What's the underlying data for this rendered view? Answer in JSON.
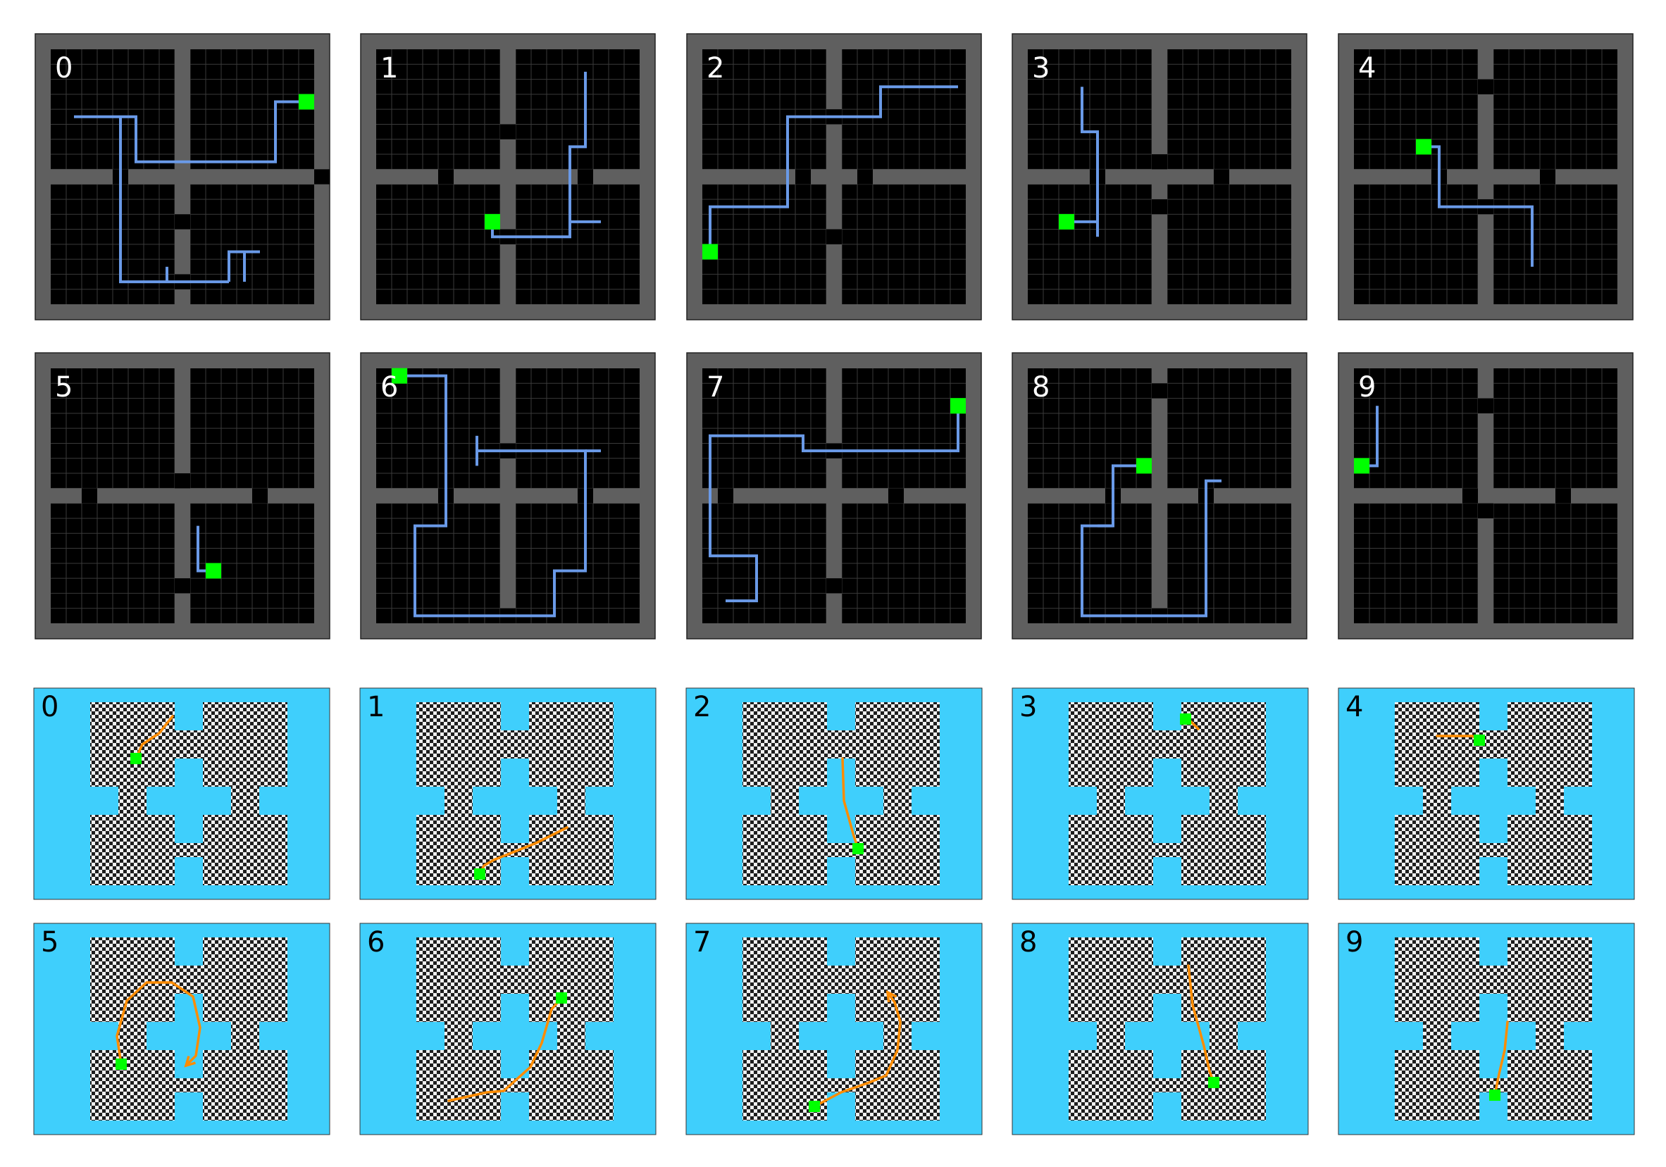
{
  "grid": {
    "wall_color": "#5f5f5f",
    "floor_color": "#000000",
    "gridline_color": "#3a3a3a",
    "path_color": "#6a9ae8",
    "agent_color": "#00ff00",
    "label_color": "#ffffff",
    "panels": [
      {
        "label": "0",
        "v_doors": [
          11,
          15
        ],
        "h_doors": [
          4,
          17
        ],
        "path": [
          [
            1.5,
            4.5
          ],
          [
            5.5,
            4.5
          ],
          [
            5.5,
            7.5
          ],
          [
            14.5,
            7.5
          ],
          [
            14.5,
            3.5
          ],
          [
            16.5,
            3.5
          ]
        ],
        "branches": [
          [
            [
              4.5,
              4.5
            ],
            [
              4.5,
              15.5
            ],
            [
              11.5,
              15.5
            ]
          ],
          [
            [
              7.5,
              15.5
            ],
            [
              7.5,
              14.5
            ]
          ],
          [
            [
              11.5,
              15.5
            ],
            [
              11.5,
              13.5
            ],
            [
              13.5,
              13.5
            ]
          ],
          [
            [
              12.5,
              15.5
            ],
            [
              12.5,
              13.5
            ]
          ]
        ],
        "agent": [
          16.5,
          3.5
        ]
      },
      {
        "label": "1",
        "v_doors": [
          5,
          12
        ],
        "h_doors": [
          4,
          13
        ],
        "path": [
          [
            7.5,
            11.5
          ],
          [
            7.5,
            12.5
          ],
          [
            12.5,
            12.5
          ],
          [
            12.5,
            6.5
          ],
          [
            13.5,
            6.5
          ],
          [
            13.5,
            1.5
          ]
        ],
        "branches": [
          [
            [
              12.5,
              11.5
            ],
            [
              14.5,
              11.5
            ]
          ]
        ],
        "agent": [
          7.5,
          11.5
        ]
      },
      {
        "label": "2",
        "v_doors": [
          4,
          12
        ],
        "h_doors": [
          6,
          10
        ],
        "path": [
          [
            0.5,
            13.5
          ],
          [
            0.5,
            10.5
          ],
          [
            5.5,
            10.5
          ],
          [
            5.5,
            4.5
          ],
          [
            11.5,
            4.5
          ],
          [
            11.5,
            2.5
          ],
          [
            16.5,
            2.5
          ]
        ],
        "branches": [],
        "agent": [
          0.5,
          13.5
        ]
      },
      {
        "label": "3",
        "v_doors": [
          7,
          10
        ],
        "h_doors": [
          4,
          12
        ],
        "path": [
          [
            2.5,
            11.5
          ],
          [
            4.5,
            11.5
          ],
          [
            4.5,
            5.5
          ],
          [
            3.5,
            5.5
          ],
          [
            3.5,
            2.5
          ]
        ],
        "branches": [
          [
            [
              4.5,
              11.5
            ],
            [
              4.5,
              12.5
            ]
          ]
        ],
        "agent": [
          2.5,
          11.5
        ]
      },
      {
        "label": "4",
        "v_doors": [
          2,
          10
        ],
        "h_doors": [
          5,
          12
        ],
        "path": [
          [
            4.5,
            6.5
          ],
          [
            5.5,
            6.5
          ],
          [
            5.5,
            10.5
          ],
          [
            11.5,
            10.5
          ],
          [
            11.5,
            14.5
          ]
        ],
        "branches": [],
        "agent": [
          4.5,
          6.5
        ]
      },
      {
        "label": "5",
        "v_doors": [
          7,
          14
        ],
        "h_doors": [
          2,
          13
        ],
        "path": [
          [
            10.5,
            13.5
          ],
          [
            9.5,
            13.5
          ],
          [
            9.5,
            10.5
          ]
        ],
        "branches": [],
        "agent": [
          10.5,
          13.5
        ]
      },
      {
        "label": "6",
        "v_doors": [
          5,
          16
        ],
        "h_doors": [
          4,
          13
        ],
        "path": [
          [
            1.5,
            0.5
          ],
          [
            4.5,
            0.5
          ],
          [
            4.5,
            10.5
          ],
          [
            2.5,
            10.5
          ],
          [
            2.5,
            16.5
          ],
          [
            11.5,
            16.5
          ],
          [
            11.5,
            13.5
          ],
          [
            13.5,
            13.5
          ],
          [
            13.5,
            5.5
          ],
          [
            6.5,
            5.5
          ]
        ],
        "branches": [
          [
            [
              13.5,
              5.5
            ],
            [
              14.5,
              5.5
            ]
          ],
          [
            [
              6.5,
              4.5
            ],
            [
              6.5,
              6.5
            ]
          ]
        ],
        "agent": [
          1.5,
          0.5
        ]
      },
      {
        "label": "7",
        "v_doors": [
          5,
          14
        ],
        "h_doors": [
          1,
          12
        ],
        "path": [
          [
            16.5,
            2.5
          ],
          [
            16.5,
            5.5
          ],
          [
            6.5,
            5.5
          ],
          [
            6.5,
            4.5
          ],
          [
            0.5,
            4.5
          ],
          [
            0.5,
            12.5
          ],
          [
            3.5,
            12.5
          ],
          [
            3.5,
            15.5
          ],
          [
            1.5,
            15.5
          ]
        ],
        "branches": [],
        "agent": [
          16.5,
          2.5
        ]
      },
      {
        "label": "8",
        "v_doors": [
          1,
          16
        ],
        "h_doors": [
          5,
          11
        ],
        "path": [
          [
            7.5,
            6.5
          ],
          [
            5.5,
            6.5
          ],
          [
            5.5,
            10.5
          ],
          [
            3.5,
            10.5
          ],
          [
            3.5,
            16.5
          ],
          [
            11.5,
            16.5
          ],
          [
            11.5,
            7.5
          ],
          [
            12.5,
            7.5
          ]
        ],
        "branches": [
          [
            [
              4.5,
              10.5
            ],
            [
              5.5,
              10.5
            ]
          ]
        ],
        "agent": [
          7.5,
          6.5
        ]
      },
      {
        "label": "9",
        "v_doors": [
          2,
          9
        ],
        "h_doors": [
          7,
          13
        ],
        "path": [
          [
            0.5,
            6.5
          ],
          [
            1.5,
            6.5
          ],
          [
            1.5,
            2.5
          ]
        ],
        "branches": [],
        "agent": [
          0.5,
          6.5
        ]
      }
    ]
  },
  "maze": {
    "background_color": "#3fcffc",
    "checker_dark": "#1e1e1e",
    "checker_light": "#f0f0f0",
    "path_color": "#ff8c00",
    "agent_color": "#00ff00",
    "label_color": "#000000",
    "panels": [
      {
        "label": "0",
        "path": [
          [
            5.85,
            1.0
          ],
          [
            4.9,
            2.2
          ],
          [
            3.7,
            3.0
          ],
          [
            3.25,
            4.0
          ]
        ],
        "agent": [
          3.25,
          4.0
        ],
        "arrow": false
      },
      {
        "label": "1",
        "path": [
          [
            10.7,
            8.9
          ],
          [
            8.5,
            10.0
          ],
          [
            5.5,
            11.2
          ],
          [
            4.8,
            11.6
          ],
          [
            4.5,
            12.2
          ]
        ],
        "agent": [
          4.5,
          12.2
        ],
        "arrow": false
      },
      {
        "label": "2",
        "path": [
          [
            7.1,
            4.0
          ],
          [
            7.2,
            7.0
          ],
          [
            7.9,
            9.5
          ],
          [
            8.2,
            10.4
          ]
        ],
        "agent": [
          8.2,
          10.4
        ],
        "arrow": false
      },
      {
        "label": "3",
        "path": [
          [
            9.2,
            1.9
          ],
          [
            8.7,
            1.4
          ],
          [
            8.3,
            1.2
          ]
        ],
        "agent": [
          8.3,
          1.2
        ],
        "arrow": false
      },
      {
        "label": "4",
        "path": [
          [
            3.0,
            2.4
          ],
          [
            5.5,
            2.4
          ],
          [
            6.0,
            2.7
          ]
        ],
        "agent": [
          6.0,
          2.7
        ],
        "arrow": false
      },
      {
        "label": "5",
        "path": [
          [
            2.2,
            9.0
          ],
          [
            1.9,
            7.0
          ],
          [
            2.6,
            4.5
          ],
          [
            4.0,
            3.2
          ],
          [
            5.8,
            3.2
          ],
          [
            7.3,
            4.2
          ],
          [
            7.8,
            6.4
          ],
          [
            7.5,
            8.4
          ],
          [
            6.8,
            9.1
          ]
        ],
        "agent": [
          2.2,
          9.0
        ],
        "arrow": true
      },
      {
        "label": "6",
        "path": [
          [
            2.3,
            11.6
          ],
          [
            5.0,
            11.0
          ],
          [
            6.2,
            10.9
          ],
          [
            8.1,
            9.2
          ],
          [
            8.9,
            7.5
          ],
          [
            9.6,
            5.1
          ],
          [
            10.3,
            4.3
          ]
        ],
        "agent": [
          10.3,
          4.3
        ],
        "arrow": false
      },
      {
        "label": "7",
        "path": [
          [
            5.1,
            12.0
          ],
          [
            7.0,
            11.0
          ],
          [
            9.0,
            10.3
          ],
          [
            10.2,
            9.8
          ],
          [
            11.0,
            8.0
          ],
          [
            11.2,
            6.0
          ],
          [
            10.8,
            4.6
          ],
          [
            10.3,
            3.9
          ]
        ],
        "agent": [
          5.1,
          12.0
        ],
        "arrow": true
      },
      {
        "label": "8",
        "path": [
          [
            8.5,
            2.0
          ],
          [
            8.8,
            4.8
          ],
          [
            9.6,
            7.7
          ],
          [
            10.0,
            9.5
          ],
          [
            10.3,
            10.3
          ]
        ],
        "agent": [
          10.3,
          10.3
        ],
        "arrow": false
      },
      {
        "label": "9",
        "path": [
          [
            8.0,
            6.0
          ],
          [
            7.8,
            8.0
          ],
          [
            7.4,
            9.7
          ],
          [
            7.1,
            11.2
          ]
        ],
        "agent": [
          7.1,
          11.2
        ],
        "arrow": false
      }
    ]
  }
}
